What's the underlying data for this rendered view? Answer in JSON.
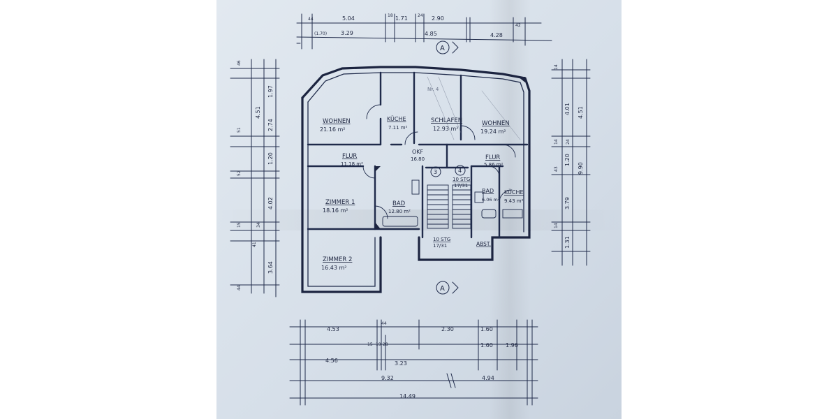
{
  "plan": {
    "rooms": [
      {
        "id": "wohnen-left",
        "name": "WOHNEN",
        "area": "21.16 m²"
      },
      {
        "id": "kueche-top",
        "name": "KÜCHE",
        "area": "7.11 m²"
      },
      {
        "id": "schlafen",
        "name": "SCHLAFEN",
        "area": "12.93 m²"
      },
      {
        "id": "wohnen-right",
        "name": "WOHNEN",
        "area": "19.24 m²"
      },
      {
        "id": "flur-left",
        "name": "FLUR",
        "area": "11.18 m²"
      },
      {
        "id": "okf",
        "name": "OKF",
        "area": "16.80"
      },
      {
        "id": "flur-right",
        "name": "FLUR",
        "area": "5.86 m²"
      },
      {
        "id": "zimmer1",
        "name": "ZIMMER 1",
        "area": "18.16 m²"
      },
      {
        "id": "bad-left",
        "name": "BAD",
        "area": "12.80 m²"
      },
      {
        "id": "bad-right",
        "name": "BAD",
        "area": "6.06 m²"
      },
      {
        "id": "kueche-right",
        "name": "KÜCHE",
        "area": "9.43 m²"
      },
      {
        "id": "zimmer2",
        "name": "ZIMMER 2",
        "area": "16.43 m²"
      },
      {
        "id": "abst",
        "name": "ABST.",
        "area": ""
      }
    ],
    "stairs": [
      {
        "label": "10 STG",
        "sub": "17/31"
      },
      {
        "label": "10 STG",
        "sub": "17/31"
      }
    ],
    "markers": {
      "unit_left": "3",
      "unit_right": "4",
      "section": "A",
      "note": "Nr. 4"
    },
    "dims_top": {
      "row1": [
        "44",
        "5.04",
        "18",
        "1.71",
        "24",
        "2.90"
      ],
      "row2": [
        "(1.70)",
        "3.29",
        "4.85",
        "4.28",
        "42"
      ]
    },
    "dims_left": {
      "outer": [
        "46",
        "51",
        "52",
        "15",
        "41",
        "44"
      ],
      "inner": [
        "4.51",
        "1.97",
        "2.74",
        "1.20",
        "4.02",
        "34",
        "3.64"
      ]
    },
    "dims_right": {
      "outer": [
        "14",
        "14",
        "43",
        "14"
      ],
      "mid": [
        "4.01",
        "24",
        "1.20",
        "3.79",
        "1.31"
      ],
      "inner": [
        "4.51",
        "9.90"
      ]
    },
    "dims_bottom": {
      "row1": [
        "4.53",
        "44",
        "2.30",
        "1.60"
      ],
      "row2": [
        "15",
        "19",
        "28",
        "1.60",
        "1.96"
      ],
      "row3": [
        "4.56",
        "3.23"
      ],
      "row4": [
        "9.32",
        "4.94"
      ],
      "row5": [
        "14.49"
      ]
    }
  }
}
